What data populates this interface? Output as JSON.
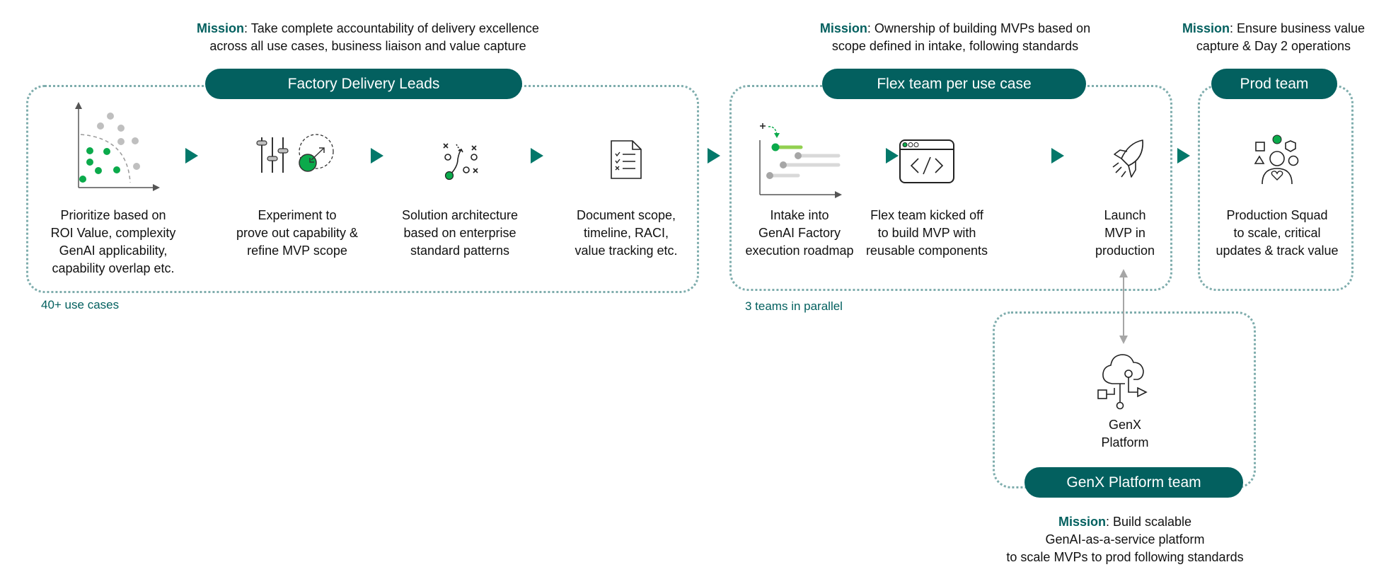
{
  "colors": {
    "teal": "#03605F",
    "arrow_teal": "#03786A",
    "dotted_border": "#7FADAD",
    "green": "#0BAA4B",
    "light_green": "#92D050",
    "grey": "#BFBFBF"
  },
  "mission_keyword": "Mission",
  "groups": {
    "factory": {
      "pill": "Factory Delivery Leads",
      "mission_line1": ": Take complete accountability of delivery excellence",
      "mission_line2": "across all use cases, business liaison and value capture",
      "note": "40+ use cases",
      "steps": [
        {
          "icon": "scatter-prioritization-icon",
          "lines": [
            "Prioritize based on",
            "ROI Value, complexity",
            "GenAI applicability,",
            "capability overlap etc."
          ]
        },
        {
          "icon": "sliders-experiment-icon",
          "lines": [
            "Experiment to",
            "prove out capability &",
            "refine MVP scope"
          ]
        },
        {
          "icon": "playbook-strategy-icon",
          "lines": [
            "Solution architecture",
            "based on enterprise",
            "standard patterns"
          ]
        },
        {
          "icon": "checklist-document-icon",
          "lines": [
            "Document scope,",
            "timeline, RACI,",
            "value tracking etc."
          ]
        }
      ]
    },
    "flex": {
      "pill": "Flex team per use case",
      "mission_line1": ": Ownership of building MVPs based on",
      "mission_line2": "scope defined in intake, following standards",
      "note": "3 teams in parallel",
      "steps": [
        {
          "icon": "roadmap-gantt-icon",
          "lines": [
            "Intake into",
            "GenAI Factory",
            "execution roadmap"
          ]
        },
        {
          "icon": "code-window-icon",
          "lines": [
            "Flex team kicked off",
            "to build MVP with",
            "reusable components"
          ]
        },
        {
          "icon": "rocket-icon",
          "lines": [
            "Launch",
            "MVP in",
            "production"
          ]
        }
      ]
    },
    "prod": {
      "pill": "Prod team",
      "mission_line1": ": Ensure business value",
      "mission_line2": "capture & Day 2 operations",
      "steps": [
        {
          "icon": "squad-person-icon",
          "lines": [
            "Production Squad",
            "to scale, critical",
            "updates & track value"
          ]
        }
      ]
    },
    "genx": {
      "pill": "GenX Platform team",
      "mission_line1": ": Build scalable",
      "mission_line2": "GenAI-as-a-service platform",
      "mission_line3": "to scale MVPs to prod following standards",
      "platform_lines": [
        "GenX",
        "Platform"
      ],
      "icon": "cloud-platform-icon"
    }
  }
}
